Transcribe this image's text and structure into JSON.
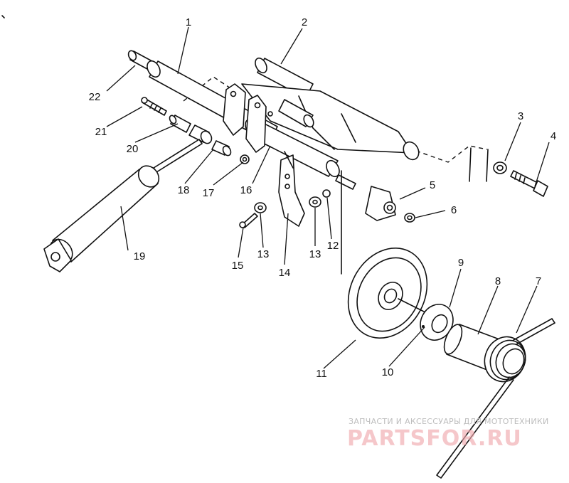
{
  "diagram": {
    "callouts": [
      "1",
      "2",
      "3",
      "4",
      "5",
      "6",
      "7",
      "8",
      "9",
      "10",
      "11",
      "12",
      "13",
      "13",
      "14",
      "15",
      "16",
      "17",
      "18",
      "19",
      "20",
      "21",
      "22"
    ]
  },
  "watermark": {
    "caption": "ЗАПЧАСТИ И АКСЕССУАРЫ ДЛЯ МОТОТЕХНИКИ",
    "logo": "PARTSFOR.RU",
    "logo_color": "#e8868c"
  }
}
